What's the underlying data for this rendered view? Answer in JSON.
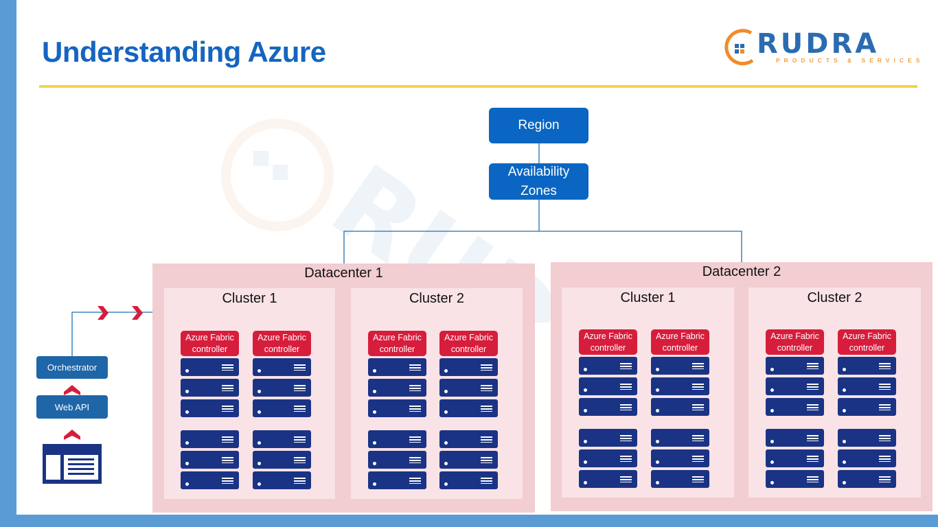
{
  "slide": {
    "title": "Understanding Azure"
  },
  "logo": {
    "name": "RUDRA",
    "tagline": "PRODUCTS & SERVICES"
  },
  "hierarchy": {
    "region": "Region",
    "zones_line1": "Availability",
    "zones_line2": "Zones"
  },
  "datacenters": [
    {
      "label": "Datacenter 1",
      "clusters": [
        {
          "label": "Cluster 1"
        },
        {
          "label": "Cluster 2"
        }
      ]
    },
    {
      "label": "Datacenter 2",
      "clusters": [
        {
          "label": "Cluster 1"
        },
        {
          "label": "Cluster 2"
        }
      ]
    }
  ],
  "controller": {
    "line1": "Azure Fabric",
    "line2": "controller"
  },
  "client": {
    "orchestrator": "Orchestrator",
    "web_api": "Web API"
  },
  "colors": {
    "title": "#1565c0",
    "rule": "#f2d44e",
    "primary": "#0a66c2",
    "datacenter": "#f2cdd2",
    "cluster": "#f9e3e6",
    "controller": "#d71d3c",
    "server": "#1a3384",
    "arrow": "#d71d3c"
  }
}
